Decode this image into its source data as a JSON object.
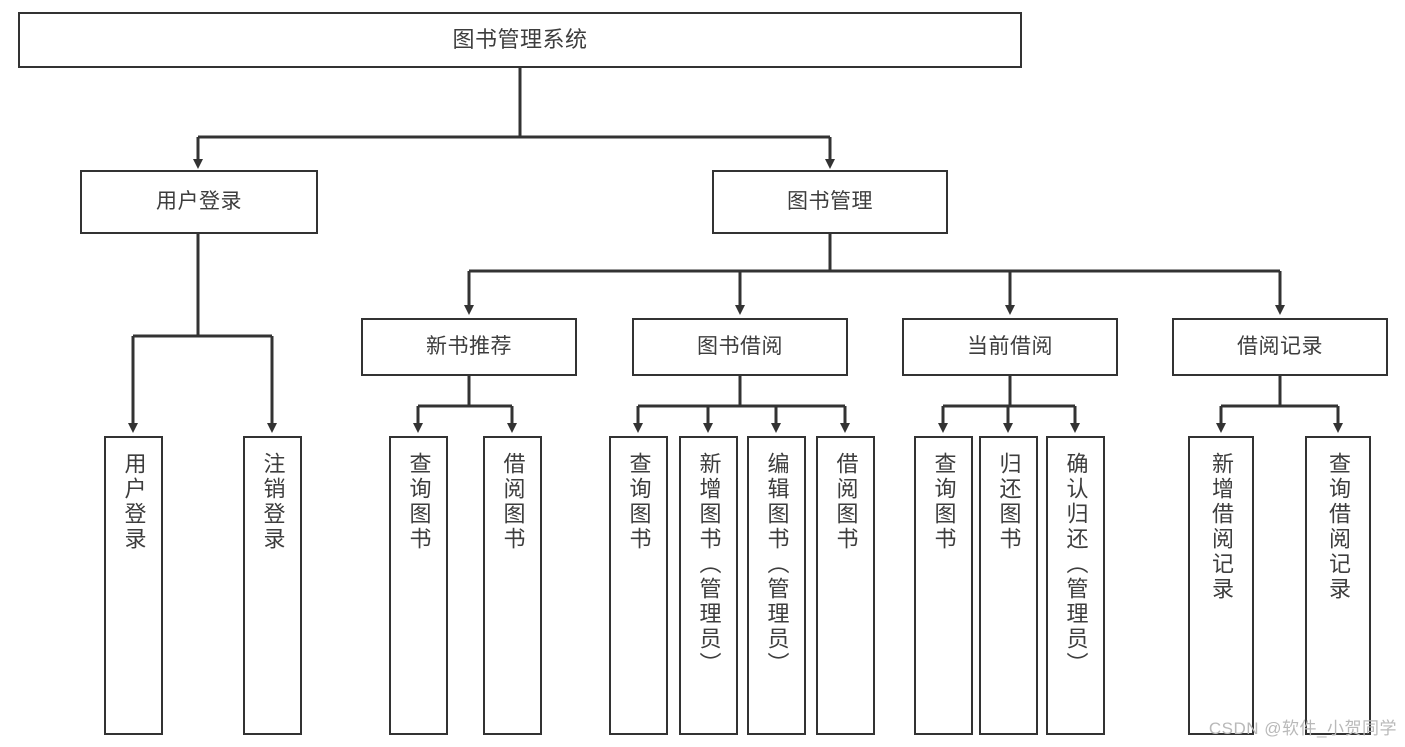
{
  "diagram": {
    "title": "图书管理系统",
    "type": "hierarchy-tree",
    "levels": 4,
    "root": {
      "id": "root",
      "label": "图书管理系统"
    },
    "level2": [
      {
        "id": "user-login",
        "label": "用户登录"
      },
      {
        "id": "book-manage",
        "label": "图书管理"
      }
    ],
    "level3": [
      {
        "id": "new-book-recommend",
        "label": "新书推荐",
        "parent": "book-manage"
      },
      {
        "id": "book-borrow",
        "label": "图书借阅",
        "parent": "book-manage"
      },
      {
        "id": "current-borrow",
        "label": "当前借阅",
        "parent": "book-manage"
      },
      {
        "id": "borrow-record",
        "label": "借阅记录",
        "parent": "book-manage"
      }
    ],
    "leaves": [
      {
        "id": "leaf-user-login",
        "label": "用户登录",
        "parent": "user-login"
      },
      {
        "id": "leaf-logout-login",
        "label": "注销登录",
        "parent": "user-login"
      },
      {
        "id": "leaf-query-book-1",
        "label": "查询图书",
        "parent": "new-book-recommend"
      },
      {
        "id": "leaf-borrow-book-1",
        "label": "借阅图书",
        "parent": "new-book-recommend"
      },
      {
        "id": "leaf-query-book-2",
        "label": "查询图书",
        "parent": "book-borrow"
      },
      {
        "id": "leaf-add-book",
        "label": "新增图书（管理员）",
        "parent": "book-borrow"
      },
      {
        "id": "leaf-edit-book",
        "label": "编辑图书（管理员）",
        "parent": "book-borrow"
      },
      {
        "id": "leaf-borrow-book-2",
        "label": "借阅图书",
        "parent": "book-borrow"
      },
      {
        "id": "leaf-query-book-3",
        "label": "查询图书",
        "parent": "current-borrow"
      },
      {
        "id": "leaf-return-book",
        "label": "归还图书",
        "parent": "current-borrow"
      },
      {
        "id": "leaf-confirm-return",
        "label": "确认归还（管理员）",
        "parent": "current-borrow"
      },
      {
        "id": "leaf-add-record",
        "label": "新增借阅记录",
        "parent": "borrow-record"
      },
      {
        "id": "leaf-query-record",
        "label": "查询借阅记录",
        "parent": "borrow-record"
      }
    ]
  },
  "watermark": {
    "text": "CSDN @软件_小贺同学"
  },
  "colors": {
    "stroke": "#333333",
    "text": "#3d3d3d",
    "background": "#ffffff",
    "watermark": "#b9b9b9"
  }
}
